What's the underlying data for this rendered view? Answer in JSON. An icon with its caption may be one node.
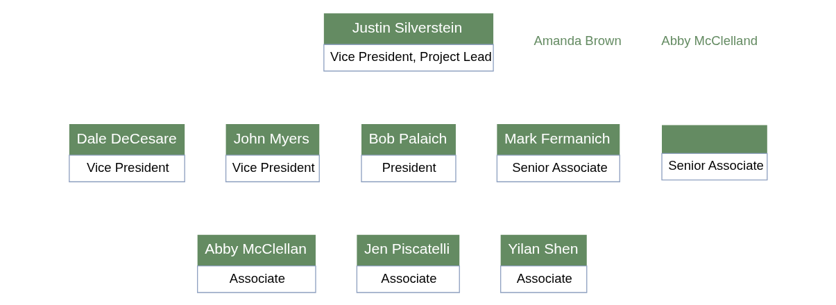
{
  "diagram": {
    "nodes": [
      {
        "text": [
          "Justin Silverstein",
          "Vice President, Project Lead"
        ]
      },
      {
        "text": [
          "Dale DeCesare",
          "Vice President"
        ]
      },
      {
        "text": [
          "John Myers",
          "Vice President"
        ]
      },
      {
        "text": [
          "Bob Palaich",
          "President"
        ]
      },
      {
        "text": [
          "Mark Fermanich",
          "Senior Associate"
        ]
      },
      {
        "text": [
          "Senior Associate"
        ]
      },
      {
        "text": [
          "Abby McClellan",
          "Associate"
        ]
      },
      {
        "text": [
          "Jen Piscatelli",
          "Associate"
        ]
      },
      {
        "text": [
          "Yilan Shen",
          "Associate"
        ]
      }
    ],
    "edges": [],
    "labels": [
      "Amanda Brown",
      "Abby McClelland"
    ]
  }
}
